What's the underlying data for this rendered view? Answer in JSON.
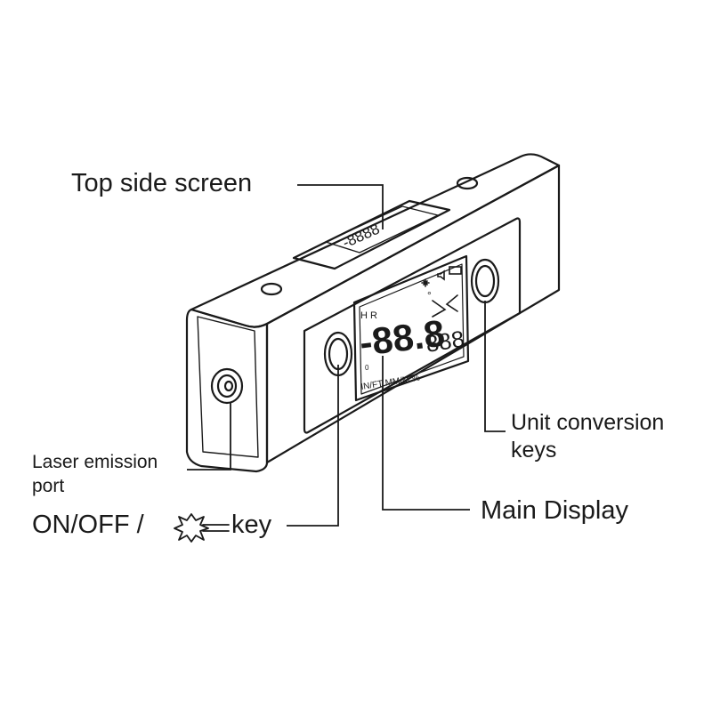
{
  "figure": {
    "ink_color": "#1a1a1a",
    "background": "#ffffff"
  },
  "callouts": {
    "top_screen": "Top side screen",
    "unit_keys_line1": "Unit conversion",
    "unit_keys_line2": "keys",
    "laser_port_line1": "Laser emission",
    "laser_port_line2": "port",
    "main_display": "Main Display",
    "onoff_prefix": "ON/OFF /",
    "onoff_suffix": "key"
  },
  "lcd": {
    "hr": "H R",
    "big_digits": "-88.8",
    "small_digits": "888",
    "unit_row": "IN/FT   MM/M   %",
    "degree": "°",
    "zero": "0",
    "top_display": "-8888"
  }
}
